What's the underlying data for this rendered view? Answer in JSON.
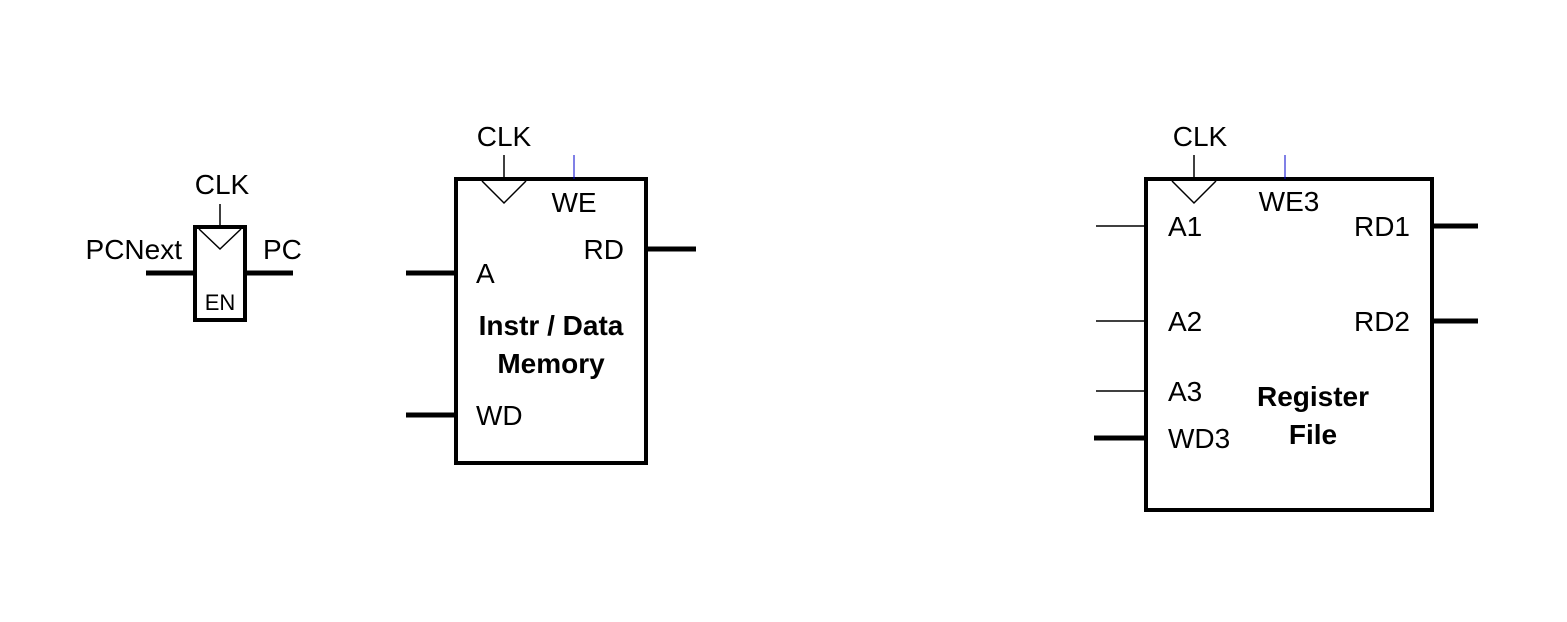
{
  "pc_register": {
    "clk": "CLK",
    "input": "PCNext",
    "output": "PC",
    "enable": "EN"
  },
  "memory": {
    "clk": "CLK",
    "we": "WE",
    "rd": "RD",
    "addr": "A",
    "wd": "WD",
    "title_line1": "Instr / Data",
    "title_line2": "Memory"
  },
  "register_file": {
    "clk": "CLK",
    "we3": "WE3",
    "a1": "A1",
    "a2": "A2",
    "a3": "A3",
    "wd3": "WD3",
    "rd1": "RD1",
    "rd2": "RD2",
    "title_line1": "Register",
    "title_line2": "File"
  }
}
